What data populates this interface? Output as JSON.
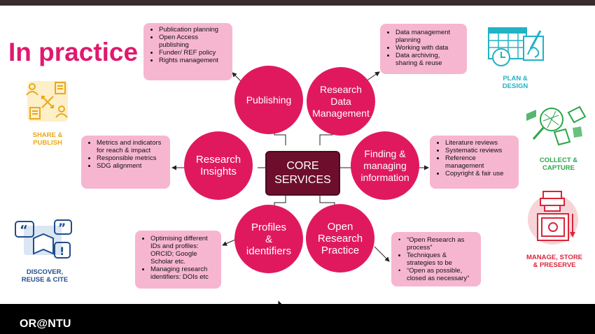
{
  "title": "In practice",
  "footer": "OR@NTU",
  "core": {
    "line1": "CORE",
    "line2": "SERVICES"
  },
  "services": {
    "publishing": "Publishing",
    "rdm": [
      "Research",
      "Data",
      "Management"
    ],
    "insights": [
      "Research",
      "Insights"
    ],
    "finding": [
      "Finding &",
      "managing",
      "information"
    ],
    "profiles": [
      "Profiles",
      "&",
      "identifiers"
    ],
    "open": [
      "Open",
      "Research",
      "Practice"
    ]
  },
  "boxes": {
    "publishing": [
      "Publication planning",
      "Open Access publishing",
      "Funder/ REF policy",
      "Rights management"
    ],
    "rdm": [
      "Data management planning",
      "Working with data",
      "Data archiving, sharing & reuse"
    ],
    "insights": [
      "Metrics and indicators for reach & impact",
      "Responsible metrics",
      "SDG alignment"
    ],
    "finding": [
      "Literature reviews",
      "Systematic reviews",
      "Reference management",
      "Copyright & fair use"
    ],
    "profiles": [
      "Optimising different IDs and profiles: ORCID; Google Scholar etc.",
      "Managing research identifiers: DOIs etc"
    ],
    "open": [
      "“Open Research as process”",
      "Techniques & strategies to be",
      "“Open as possible, closed as necessary”"
    ]
  },
  "icons": {
    "share": [
      "SHARE &",
      "PUBLISH"
    ],
    "discover": [
      "DISCOVER,",
      "REUSE & CITE"
    ],
    "plan": [
      "PLAN &",
      "DESIGN"
    ],
    "collect": [
      "COLLECT &",
      "CAPTURE"
    ],
    "manage": [
      "MANAGE, STORE",
      "& PRESERVE"
    ]
  },
  "colors": {
    "circle": "#e0195f",
    "core": "#6d0f2c",
    "box": "#f7b6d0",
    "title": "#e0196e",
    "share": "#e8a91c",
    "discover": "#1f4e8c",
    "plan": "#20b3c4",
    "collect": "#2aa64a",
    "manage": "#d9263a"
  }
}
